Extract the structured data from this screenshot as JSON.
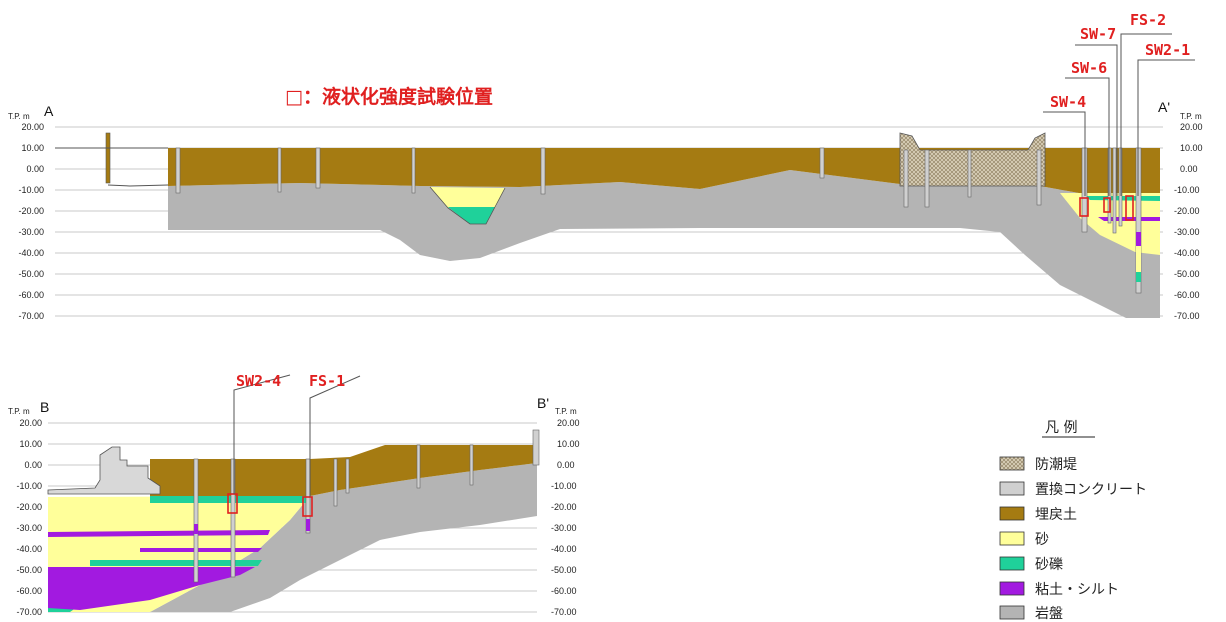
{
  "title": "□：液状化強度試験位置",
  "unit_label": "T.P. m",
  "section_a": {
    "start_label": "A",
    "end_label": "A'",
    "ticks": [
      "20.00",
      "10.00",
      "0.00",
      "-10.00",
      "-20.00",
      "-30.00",
      "-40.00",
      "-50.00",
      "-60.00",
      "-70.00"
    ],
    "boreholes": [
      "SW-4",
      "SW-6",
      "SW-7",
      "FS-2",
      "SW2-1"
    ]
  },
  "section_b": {
    "start_label": "B",
    "end_label": "B'",
    "ticks": [
      "20.00",
      "10.00",
      "0.00",
      "-10.00",
      "-20.00",
      "-30.00",
      "-40.00",
      "-50.00",
      "-60.00",
      "-70.00"
    ],
    "boreholes": [
      "SW2-4",
      "FS-1"
    ]
  },
  "legend": {
    "title": "凡 例",
    "items": [
      {
        "label": "防潮堤",
        "color": "#d9c9a8"
      },
      {
        "label": "置換コンクリート",
        "color": "#d0d0d0"
      },
      {
        "label": "埋戻土",
        "color": "#a57b12"
      },
      {
        "label": "砂",
        "color": "#ffff9a"
      },
      {
        "label": "砂礫",
        "color": "#1fd19a"
      },
      {
        "label": "粘土・シルト",
        "color": "#a21ae0"
      },
      {
        "label": "岩盤",
        "color": "#b4b4b4"
      }
    ]
  }
}
